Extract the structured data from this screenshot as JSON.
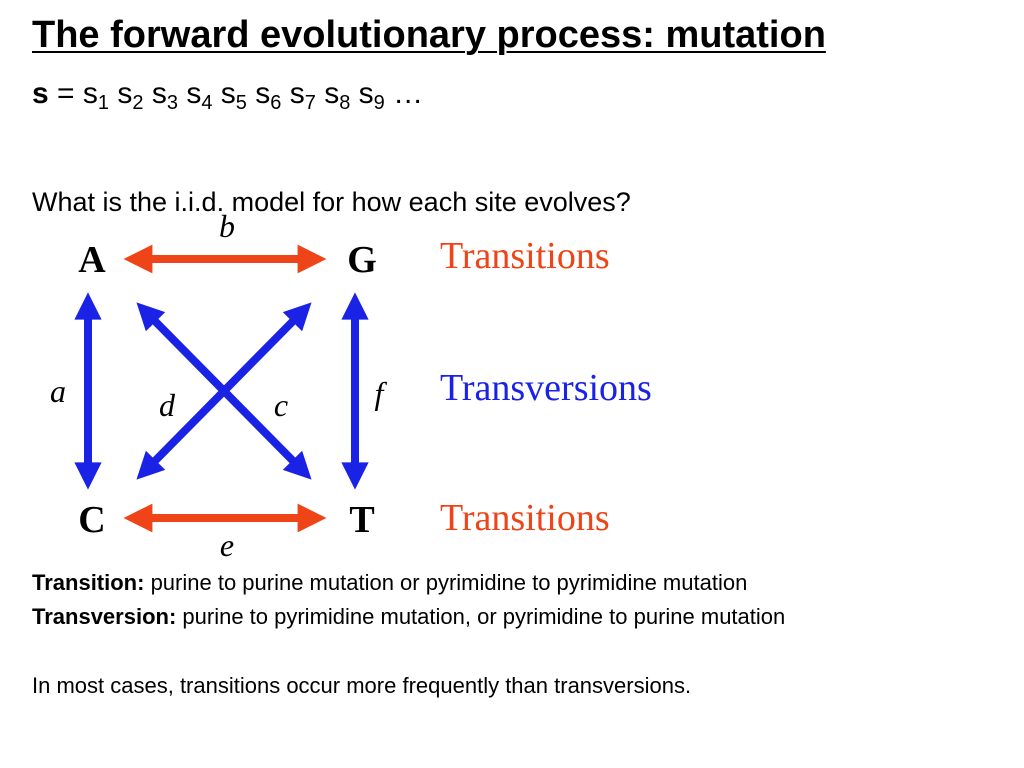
{
  "title": "The forward evolutionary process: mutation",
  "sequence": {
    "bold_symbol": "s",
    "equals": "=",
    "terms": [
      {
        "base": "s",
        "sub": "1"
      },
      {
        "base": "s",
        "sub": "2"
      },
      {
        "base": "s",
        "sub": "3"
      },
      {
        "base": "s",
        "sub": "4"
      },
      {
        "base": "s",
        "sub": "5"
      },
      {
        "base": "s",
        "sub": "6"
      },
      {
        "base": "s",
        "sub": "7"
      },
      {
        "base": "s",
        "sub": "8"
      },
      {
        "base": "s",
        "sub": "9"
      }
    ],
    "ellipsis": "…"
  },
  "question": "What is the i.i.d. model for how each site evolves?",
  "diagram": {
    "nodes": {
      "A": "A",
      "G": "G",
      "C": "C",
      "T": "T"
    },
    "edge_labels": {
      "a": "a",
      "b": "b",
      "c": "c",
      "d": "d",
      "e": "e",
      "f": "f"
    },
    "legend": {
      "top": "Transitions",
      "middle": "Transversions",
      "bottom": "Transitions"
    },
    "colors": {
      "transition": "#ee4418",
      "transversion": "#1a22e6",
      "node_text": "#000000"
    }
  },
  "definitions": [
    {
      "term": "Transition:",
      "text": " purine to purine mutation or pyrimidine to pyrimidine mutation"
    },
    {
      "term": "Transversion:",
      "text": " purine to pyrimidine mutation, or pyrimidine to purine mutation"
    }
  ],
  "note": "In most cases, transitions occur more frequently than transversions."
}
